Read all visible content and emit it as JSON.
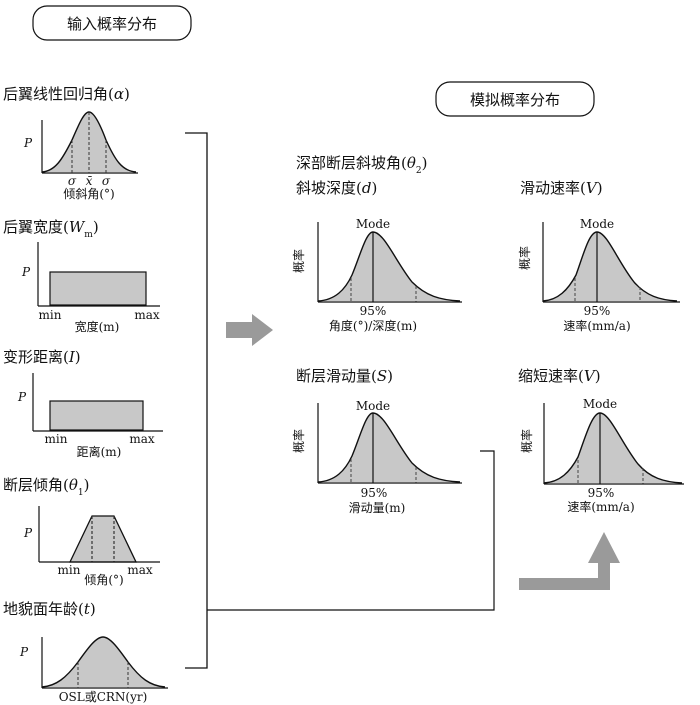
{
  "boxes": {
    "input_title": "输入概率分布",
    "sim_title": "模拟概率分布"
  },
  "inputs": {
    "backwing_angle": {
      "title_cn": "后翼线性回归角(",
      "title_sym": "α",
      "title_end": ")",
      "ylabel": "P",
      "marks": [
        "σ",
        "x̄",
        "σ"
      ],
      "xlabel": "倾斜角(°)"
    },
    "backwing_width": {
      "title_cn": "后翼宽度(",
      "title_sym": "W",
      "title_sub": "m",
      "title_end": ")",
      "ylabel": "P",
      "min": "min",
      "max": "max",
      "xlabel": "宽度(m)"
    },
    "deform_distance": {
      "title_cn": "变形距离(",
      "title_sym": "I",
      "title_end": ")",
      "ylabel": "P",
      "min": "min",
      "max": "max",
      "xlabel": "距离(m)"
    },
    "fault_dip": {
      "title_cn": "断层倾角(",
      "title_sym": "θ",
      "title_sub": "1",
      "title_end": ")",
      "ylabel": "P",
      "min": "min",
      "max": "max",
      "xlabel": "倾角(°)"
    },
    "landform_age": {
      "title_cn": "地貌面年龄(",
      "title_sym": "t",
      "title_end": ")",
      "ylabel": "P",
      "xlabel": "OSL或CRN(yr)"
    }
  },
  "outputs": {
    "deep_slope": {
      "title1_cn": "深部断层斜坡角(",
      "title1_sym": "θ",
      "title1_sub": "2",
      "title1_end": ")",
      "title2_cn": "斜坡深度(",
      "title2_sym": "d",
      "title2_end": ")",
      "ylabel": "概率",
      "mode": "Mode",
      "pct": "95%",
      "xlabel": "角度(°)/深度(m)"
    },
    "slip_rate": {
      "title_cn": "滑动速率(",
      "title_sym": "V",
      "title_end": ")",
      "ylabel": "概率",
      "mode": "Mode",
      "pct": "95%",
      "xlabel": "速率(mm/a)"
    },
    "fault_slip": {
      "title_cn": "断层滑动量(",
      "title_sym": "S",
      "title_end": ")",
      "ylabel": "概率",
      "mode": "Mode",
      "pct": "95%",
      "xlabel": "滑动量(m)"
    },
    "shortening_rate": {
      "title_cn": "缩短速率(",
      "title_sym": "V",
      "title_end": ")",
      "ylabel": "概率",
      "mode": "Mode",
      "pct": "95%",
      "xlabel": "速率(mm/a)"
    }
  },
  "colors": {
    "fill": "#c8c8c8",
    "line": "#111111",
    "arrow": "#9a9a9a"
  }
}
